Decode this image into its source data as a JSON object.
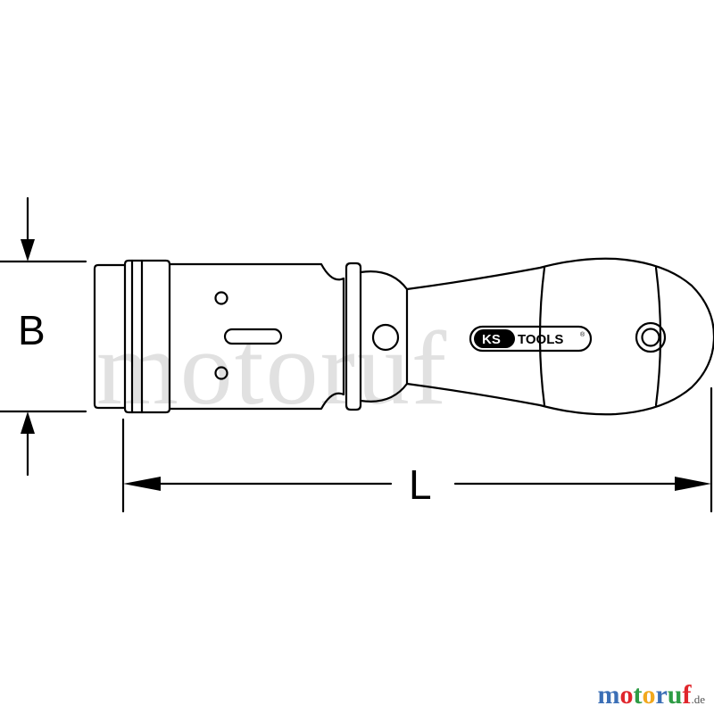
{
  "dimensions": {
    "width_label": "B",
    "length_label": "L"
  },
  "logo": {
    "brand_ks": "KS",
    "brand_tools": "TOOLS",
    "registered": "®"
  },
  "watermark": {
    "text": "motoruf"
  },
  "footer_brand": {
    "letters": [
      "m",
      "o",
      "t",
      "o",
      "r",
      "u",
      "f"
    ],
    "letter_colors": [
      "#3b6fb6",
      "#e0262c",
      "#2e9c45",
      "#f2a81d",
      "#3b6fb6",
      "#2e9c45",
      "#e0262c"
    ],
    "suffix": ".de"
  },
  "colors": {
    "line": "#000000",
    "watermark": "#c9c9c9"
  }
}
